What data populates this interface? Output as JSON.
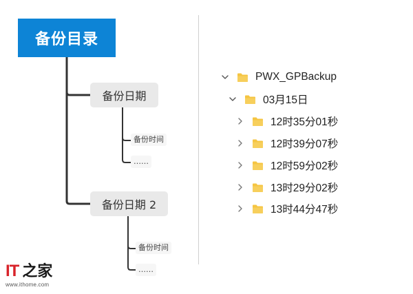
{
  "mindmap": {
    "root": "备份目录",
    "branches": [
      {
        "label": "备份日期",
        "leaves": [
          "备份时间",
          "……"
        ]
      },
      {
        "label": "备份日期 2",
        "leaves": [
          "备份时间",
          "……"
        ]
      }
    ]
  },
  "folder_tree": {
    "root": {
      "label": "PWX_GPBackup",
      "expanded": true
    },
    "date": {
      "label": "03月15日",
      "expanded": true
    },
    "times": [
      {
        "label": "12时35分01秒",
        "expanded": false
      },
      {
        "label": "12时39分07秒",
        "expanded": false
      },
      {
        "label": "12时59分02秒",
        "expanded": false
      },
      {
        "label": "13时29分02秒",
        "expanded": false
      },
      {
        "label": "13时44分47秒",
        "expanded": false
      }
    ]
  },
  "watermark": {
    "logo_text": "IT之家",
    "logo_latin": "IT",
    "logo_cn": "之家",
    "url": "www.ithome.com"
  },
  "colors": {
    "root_node": "#0d84d6",
    "branch_node": "#e9e9e9",
    "connector": "#333333",
    "folder": "#f5c542",
    "logo_red": "#d8232a"
  },
  "icons": {
    "expanded": "chevron-down-icon",
    "collapsed": "chevron-right-icon",
    "folder": "folder-icon"
  }
}
